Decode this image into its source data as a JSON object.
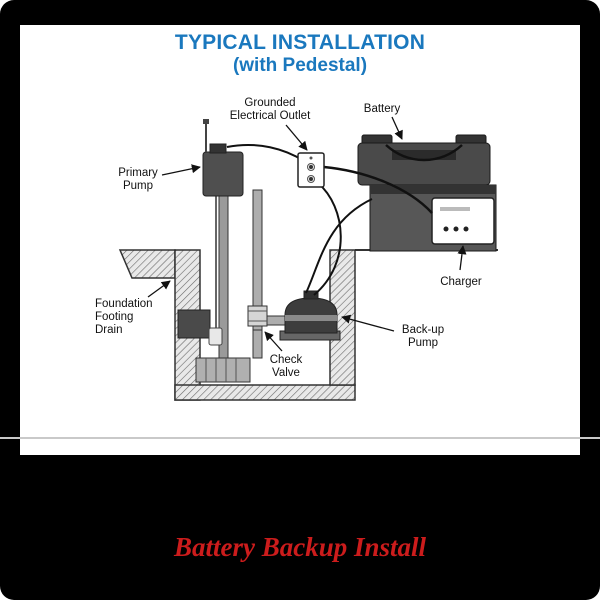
{
  "title": {
    "line1": "TYPICAL INSTALLATION",
    "line2": "(with Pedestal)"
  },
  "labels": {
    "grounded_outlet_line1": "Grounded",
    "grounded_outlet_line2": "Electrical Outlet",
    "battery": "Battery",
    "primary_pump_line1": "Primary",
    "primary_pump_line2": "Pump",
    "foundation_line1": "Foundation",
    "foundation_line2": "Footing",
    "foundation_line3": "Drain",
    "backup_pump_line1": "Back-up",
    "backup_pump_line2": "Pump",
    "check_valve_line1": "Check",
    "check_valve_line2": "Valve",
    "charger": "Charger"
  },
  "caption": {
    "text": "Battery Backup Install"
  },
  "colors": {
    "title_blue": "#1a78be",
    "caption_red": "#cc1c1c",
    "frame_black": "#000000"
  }
}
